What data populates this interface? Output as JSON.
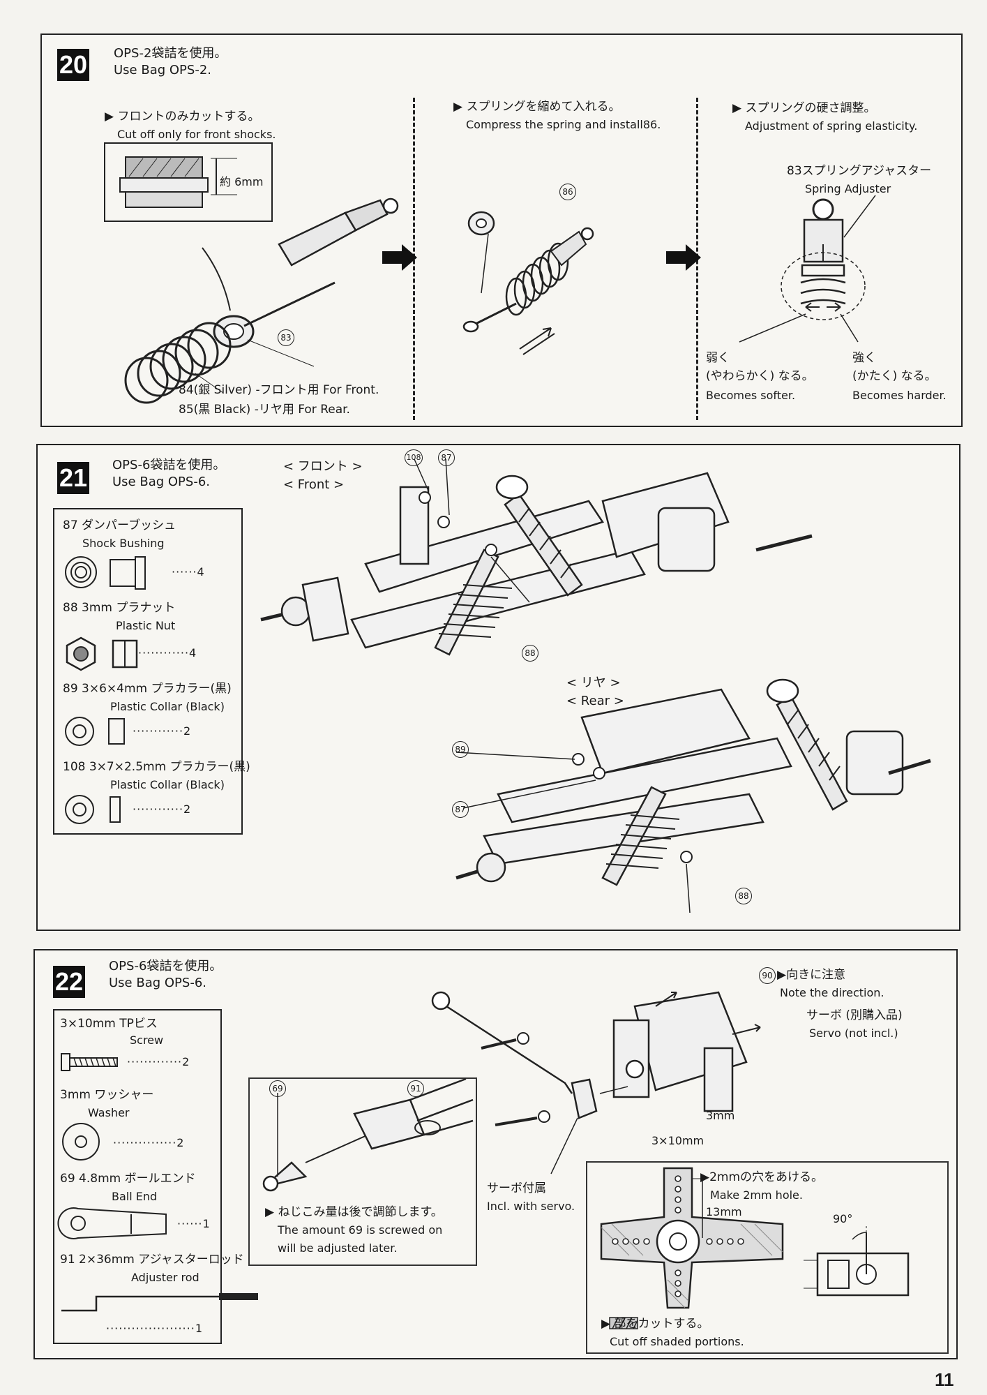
{
  "page_number": "11",
  "step20": {
    "number": "20",
    "bag_jp": "OPS-2袋詰を使用。",
    "bag_en": "Use Bag OPS-2.",
    "col1": {
      "head_jp": "▶ フロントのみカットする。",
      "head_en": "Cut off only for front shocks.",
      "dim": "約 6mm",
      "callout_adjuster": "83",
      "spring_silver": "84(銀 Silver) -フロント用 For Front.",
      "spring_black": "85(黒 Black) -リヤ用 For Rear."
    },
    "col2": {
      "head_jp": "▶ スプリングを縮めて入れる。",
      "head_en": "Compress the spring and install86.",
      "callout": "86"
    },
    "col3": {
      "head_jp": "▶ スプリングの硬さ調整。",
      "head_en": "Adjustment of spring elasticity.",
      "part_jp": "83スプリングアジャスター",
      "part_en": "Spring Adjuster",
      "soft_jp1": "弱く",
      "soft_jp2": "(やわらかく) なる。",
      "soft_en": "Becomes softer.",
      "hard_jp1": "強く",
      "hard_jp2": "(かたく) なる。",
      "hard_en": "Becomes harder."
    }
  },
  "step21": {
    "number": "21",
    "bag_jp": "OPS-6袋詰を使用。",
    "bag_en": "Use Bag OPS-6.",
    "front_jp": "< フロント >",
    "front_en": "< Front >",
    "rear_jp": "< リヤ >",
    "rear_en": "< Rear >",
    "parts": [
      {
        "jp": "87 ダンパーブッシュ",
        "en": "Shock Bushing",
        "qty": "4"
      },
      {
        "jp": "88 3mm プラナット",
        "en": "Plastic Nut",
        "qty": "4"
      },
      {
        "jp": "89 3×6×4mm プラカラー(黒)",
        "en": "Plastic Collar (Black)",
        "qty": "2"
      },
      {
        "jp": "108 3×7×2.5mm プラカラー(黒)",
        "en": "Plastic Collar (Black)",
        "qty": "2"
      }
    ],
    "callouts": [
      "108",
      "87",
      "88",
      "89",
      "87",
      "88"
    ]
  },
  "step22": {
    "number": "22",
    "bag_jp": "OPS-6袋詰を使用。",
    "bag_en": "Use Bag OPS-6.",
    "parts": [
      {
        "jp": "3×10mm TPビス",
        "en": "Screw",
        "qty": "2"
      },
      {
        "jp": "3mm ワッシャー",
        "en": "Washer",
        "qty": "2"
      },
      {
        "jp": "69 4.8mm ボールエンド",
        "en": "Ball End",
        "qty": "1"
      },
      {
        "jp": "91 2×36mm アジャスターロッド",
        "en": "Adjuster rod",
        "qty": "1"
      }
    ],
    "note_jp": "▶ ねじこみ量は後で調節します。",
    "note_en1": "The amount 69 is screwed on",
    "note_en2": "will be adjusted later.",
    "callout_69": "69",
    "callout_91": "91",
    "callout_90": "90",
    "dir_jp": "▶向きに注意",
    "dir_en": "Note the direction.",
    "servo_jp": "サーボ (別購入品)",
    "servo_en": "Servo (not incl.)",
    "incl_jp": "サーボ付属",
    "incl_en": "Incl. with servo.",
    "label_3mm": "3mm",
    "label_3x10": "3×10mm",
    "hole_jp": "▶2mmの穴をあける。",
    "hole_en": "Make 2mm hole.",
    "dim_13": "13mm",
    "angle": "90°",
    "cut_jp": "▶ 部をカットする。",
    "cut_en": "Cut off shaded portions."
  }
}
